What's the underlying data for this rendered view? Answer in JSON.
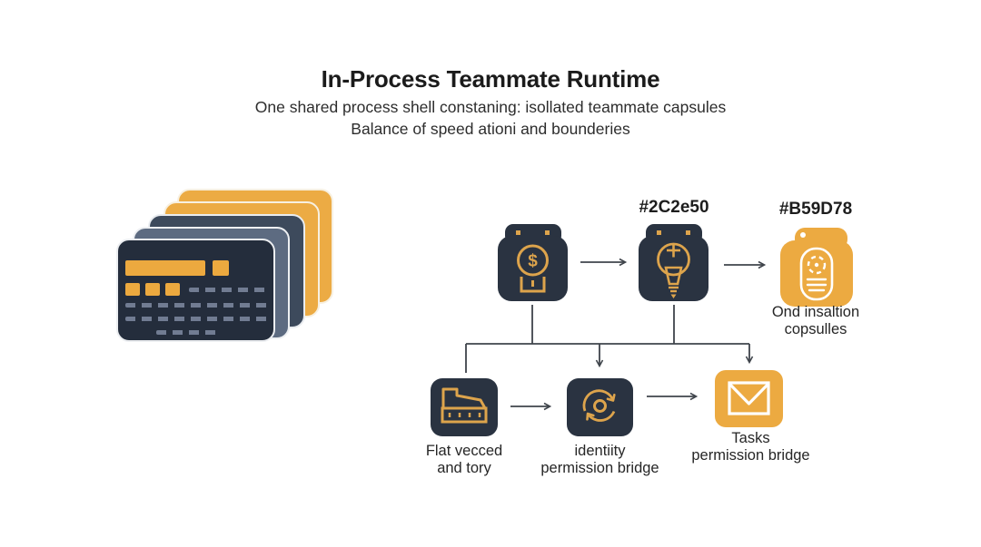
{
  "title": "In-Process Teammate Runtime",
  "subtitle_line1": "One shared process shell constaning: isollated teammate capsules",
  "subtitle_line2": "Balance of speed ationi and bounderies",
  "colors": {
    "navy": "#2A3341",
    "gold": "#ECAA41",
    "gold_glyph": "#DDA44C",
    "arrow": "#3F444B",
    "card_front": "#242D3C",
    "card_slate_mid": "#5D6B81",
    "card_slate_dark": "#3D4A5C",
    "card_gold": "#ECAB44",
    "dash_gray": "#717C92"
  },
  "card_stack": {
    "description": "stack of five overlapping cards",
    "order_back_to_front": [
      "gold",
      "gold",
      "dark-slate",
      "mid-slate",
      "navy-front"
    ]
  },
  "flow": {
    "top_nodes": [
      {
        "id": "money-capsule",
        "icon": "dollar-capsule-icon"
      },
      {
        "id": "idea-capsule",
        "icon": "lightbulb-capsule-icon",
        "label_above": "#2C2e50"
      },
      {
        "id": "capsule-card",
        "icon": "profile-card-capsule-icon",
        "label_above": "#B59D78",
        "caption_line1": "Ond insaltion",
        "caption_line2": "copsulles"
      }
    ],
    "bottom_nodes": [
      {
        "id": "flat-record",
        "icon": "folder-ruler-icon",
        "caption_line1": "Flat vecced",
        "caption_line2": "and tory"
      },
      {
        "id": "identity-bridge",
        "icon": "sync-arrows-icon",
        "caption_line1": "identiity",
        "caption_line2": "permission bridge"
      },
      {
        "id": "tasks-bridge",
        "icon": "envelope-icon",
        "caption_line1": "Tasks",
        "caption_line2": "permission bridge"
      }
    ]
  }
}
